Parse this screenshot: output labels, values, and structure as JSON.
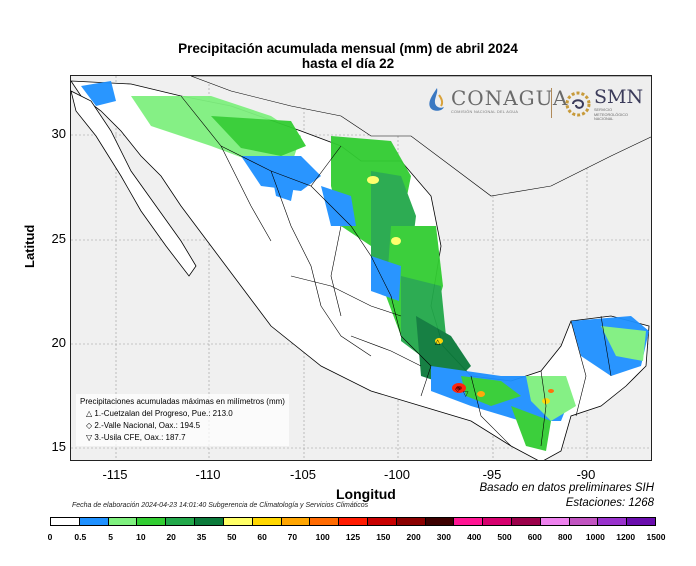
{
  "title_line1": "Precipitación acumulada mensual (mm) de abril 2024",
  "title_line2": "hasta el día 22",
  "axes": {
    "xlabel": "Longitud",
    "ylabel": "Latitud",
    "xticks": [
      "-115",
      "-110",
      "-105",
      "-100",
      "-95",
      "-90"
    ],
    "yticks": [
      "30",
      "25",
      "20",
      "15"
    ]
  },
  "logos": {
    "conagua": "CONAGUA",
    "conagua_sub": "COMISIÓN NACIONAL DEL AGUA",
    "smn": "SMN",
    "smn_sub_1": "SERVICIO",
    "smn_sub_2": "METEOROLÓGICO",
    "smn_sub_3": "NACIONAL"
  },
  "max_legend": {
    "heading": "Precipitaciones acumuladas máximas en milímetros (mm)",
    "items": [
      {
        "symbol": "△",
        "text": "1.-Cuetzalan del Progreso, Pue.: 213.0"
      },
      {
        "symbol": "◇",
        "text": "2.-Valle Nacional, Oax.: 194.5"
      },
      {
        "symbol": "▽",
        "text": "3.-Usila CFE, Oax.: 187.7"
      }
    ]
  },
  "source_note": "Basado en datos preliminares SIH",
  "stations_note": "Estaciones:  1268",
  "footer": "Fecha de elaboración 2024-04-23 14:01:40 Subgerencia de Climatología y Servicios Climáticos",
  "colorbar": {
    "labels": [
      "0",
      "0.5",
      "5",
      "10",
      "20",
      "35",
      "50",
      "60",
      "70",
      "100",
      "125",
      "150",
      "200",
      "300",
      "400",
      "500",
      "600",
      "800",
      "1000",
      "1200",
      "1500"
    ],
    "colors": [
      "#ffffff",
      "#1e90ff",
      "#7ff07f",
      "#32cd32",
      "#22a84a",
      "#0b7a3a",
      "#ffff66",
      "#ffd700",
      "#ffa500",
      "#ff6a00",
      "#ff1a00",
      "#c80000",
      "#8b0000",
      "#3d0000",
      "#ff1493",
      "#d6006e",
      "#9b004a",
      "#ee82ee",
      "#c154c1",
      "#9932cc",
      "#6a0dad"
    ]
  }
}
